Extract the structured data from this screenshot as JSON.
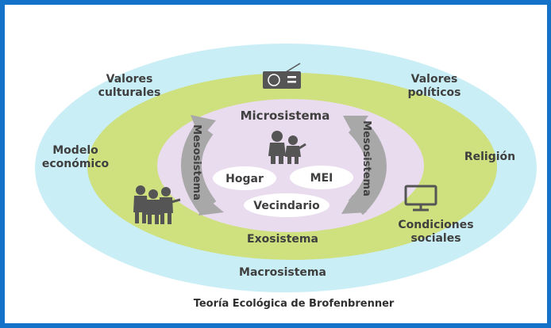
{
  "colors": {
    "frame": "#1473c9",
    "macro": "#c9eef5",
    "exo": "#cfe07f",
    "meso": "#e9dcef",
    "arrow": "#a8a8a8",
    "icon": "#555555",
    "text": "#3f3f3f"
  },
  "systems": {
    "micro": "Microsistema",
    "meso_left": "Mesosistema",
    "meso_right": "Mesosistema",
    "exo": "Exosistema",
    "macro": "Macrosistema"
  },
  "micro_settings": {
    "home": "Hogar",
    "school": "MEI",
    "neighborhood": "Vecindario"
  },
  "exo_factors": {
    "cultural_values_1": "Valores",
    "cultural_values_2": "culturales",
    "political_values_1": "Valores",
    "political_values_2": "políticos",
    "economic_model_1": "Modelo",
    "economic_model_2": "económico",
    "religion": "Religión",
    "social_conditions_1": "Condiciones",
    "social_conditions_2": "sociales"
  },
  "icons": [
    "radio-icon",
    "children-icon",
    "family-icon",
    "tv-icon"
  ],
  "caption": "Teoría Ecológica de Brofenbrenner"
}
